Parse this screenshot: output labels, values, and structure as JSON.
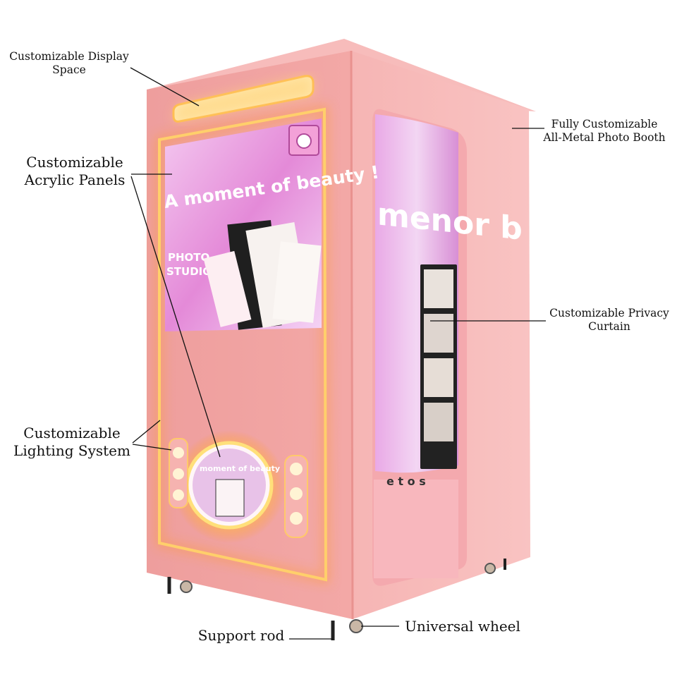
{
  "callouts": {
    "display_space": [
      "Customizable Display",
      "Space"
    ],
    "acrylic_panels": [
      "Customizable",
      "Acrylic Panels"
    ],
    "lighting_system": [
      "Customizable",
      "Lighting System"
    ],
    "all_metal_booth": [
      "Fully Customizable",
      "All-Metal Photo Booth"
    ],
    "privacy_curtain": [
      "Customizable Privacy",
      "Curtain"
    ],
    "support_rod": "Support rod",
    "universal_wheel": "Universal wheel"
  },
  "poster": {
    "headline": "A moment of beauty !",
    "studio_line1": "PHOTO",
    "studio_line2": "STUDIO"
  },
  "badge": {
    "text": "moment of beauty"
  },
  "curtain": {
    "text": "menor b",
    "bottom_text": "e t o s"
  },
  "colors": {
    "booth_front": "#f2a3a2",
    "booth_side": "#f5b1b0",
    "booth_top": "#f7bcbb",
    "neon": "#ffb23a",
    "poster_pink": "#e58bd8"
  }
}
